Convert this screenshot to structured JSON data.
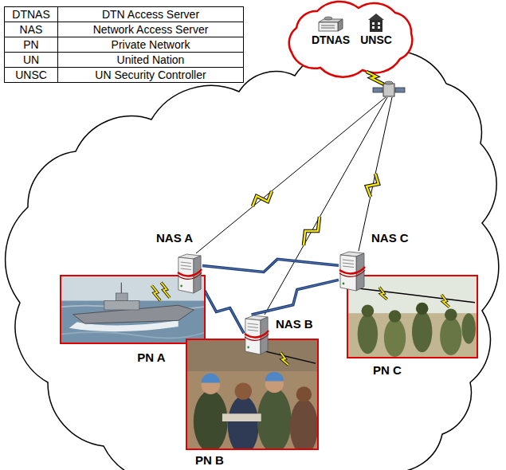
{
  "diagram": {
    "nodes": [
      {
        "text": [
          "DTNAS"
        ]
      },
      {
        "text": [
          "UNSC"
        ]
      },
      {
        "text": [
          "NAS A"
        ]
      },
      {
        "text": [
          "PN A"
        ]
      },
      {
        "text": [
          "NAS B"
        ]
      },
      {
        "text": [
          "PN B"
        ]
      },
      {
        "text": [
          "NAS C"
        ]
      },
      {
        "text": [
          "PN C"
        ]
      }
    ],
    "edges": [
      {
        "from": 2,
        "to": 4,
        "arrow": "none"
      },
      {
        "from": 4,
        "to": 6,
        "arrow": "none"
      },
      {
        "from": 2,
        "to": 6,
        "arrow": "none"
      }
    ],
    "labels": [
      "DTNAS",
      "DTN Access Server",
      "NAS",
      "Network Access Server",
      "PN",
      "Private Network",
      "UN",
      "United Nation",
      "UNSC",
      "UN Security Controller"
    ]
  }
}
